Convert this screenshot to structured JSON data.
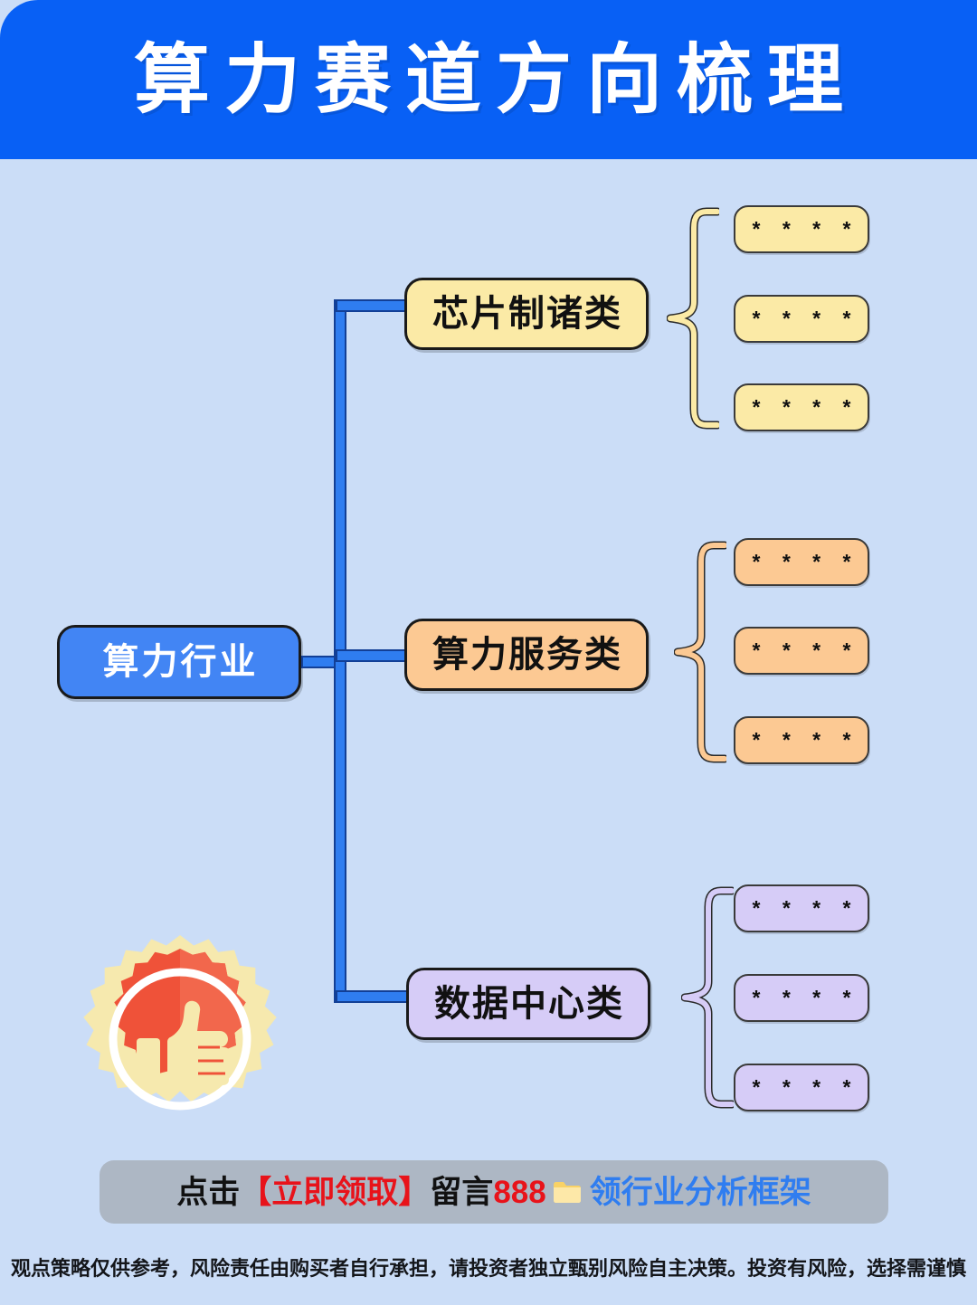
{
  "banner": {
    "title": "算力赛道方向梳理",
    "background_color": "#0860f5",
    "text_color": "#ffffff"
  },
  "page": {
    "background_color": "#cbddf7"
  },
  "tree": {
    "root": {
      "label": "算力行业",
      "background_color": "#4285f4",
      "text_color": "#ffffff"
    },
    "branches": [
      {
        "label": "芯片制诸类",
        "background_color": "#fbeaa6",
        "brace_color": "#fbeaa6",
        "leaves": [
          {
            "label": "* * * *"
          },
          {
            "label": "* * * *"
          },
          {
            "label": "* * * *"
          }
        ]
      },
      {
        "label": "算力服务类",
        "background_color": "#fcc993",
        "brace_color": "#fcc993",
        "leaves": [
          {
            "label": "* * * *"
          },
          {
            "label": "* * * *"
          },
          {
            "label": "* * * *"
          }
        ]
      },
      {
        "label": "数据中心类",
        "background_color": "#d6ccf7",
        "brace_color": "#d6ccf7",
        "leaves": [
          {
            "label": "* * * *"
          },
          {
            "label": "* * * *"
          },
          {
            "label": "* * * *"
          }
        ]
      }
    ],
    "connector_color": "#2f7df0"
  },
  "badge": {
    "icon": "thumbs-up-badge-icon",
    "star_color": "#f6e9ae",
    "burst_color": "#ef5239",
    "ring_color": "#ffffff",
    "thumb_color": "#f6e9ae"
  },
  "cta": {
    "background_color": "#adb7c4",
    "part_1": "点击",
    "part_2": "【立即领取】",
    "part_3": "留言",
    "part_4": "888",
    "icon": "folder-icon",
    "part_5": "领行业分析框架",
    "red_color": "#e8131a",
    "blue_color": "#2f7df0"
  },
  "disclaimer": {
    "text": "观点策略仅供参考，风险责任由购买者自行承担，请投资者独立甄别风险自主决策。投资有风险，选择需谨慎"
  }
}
